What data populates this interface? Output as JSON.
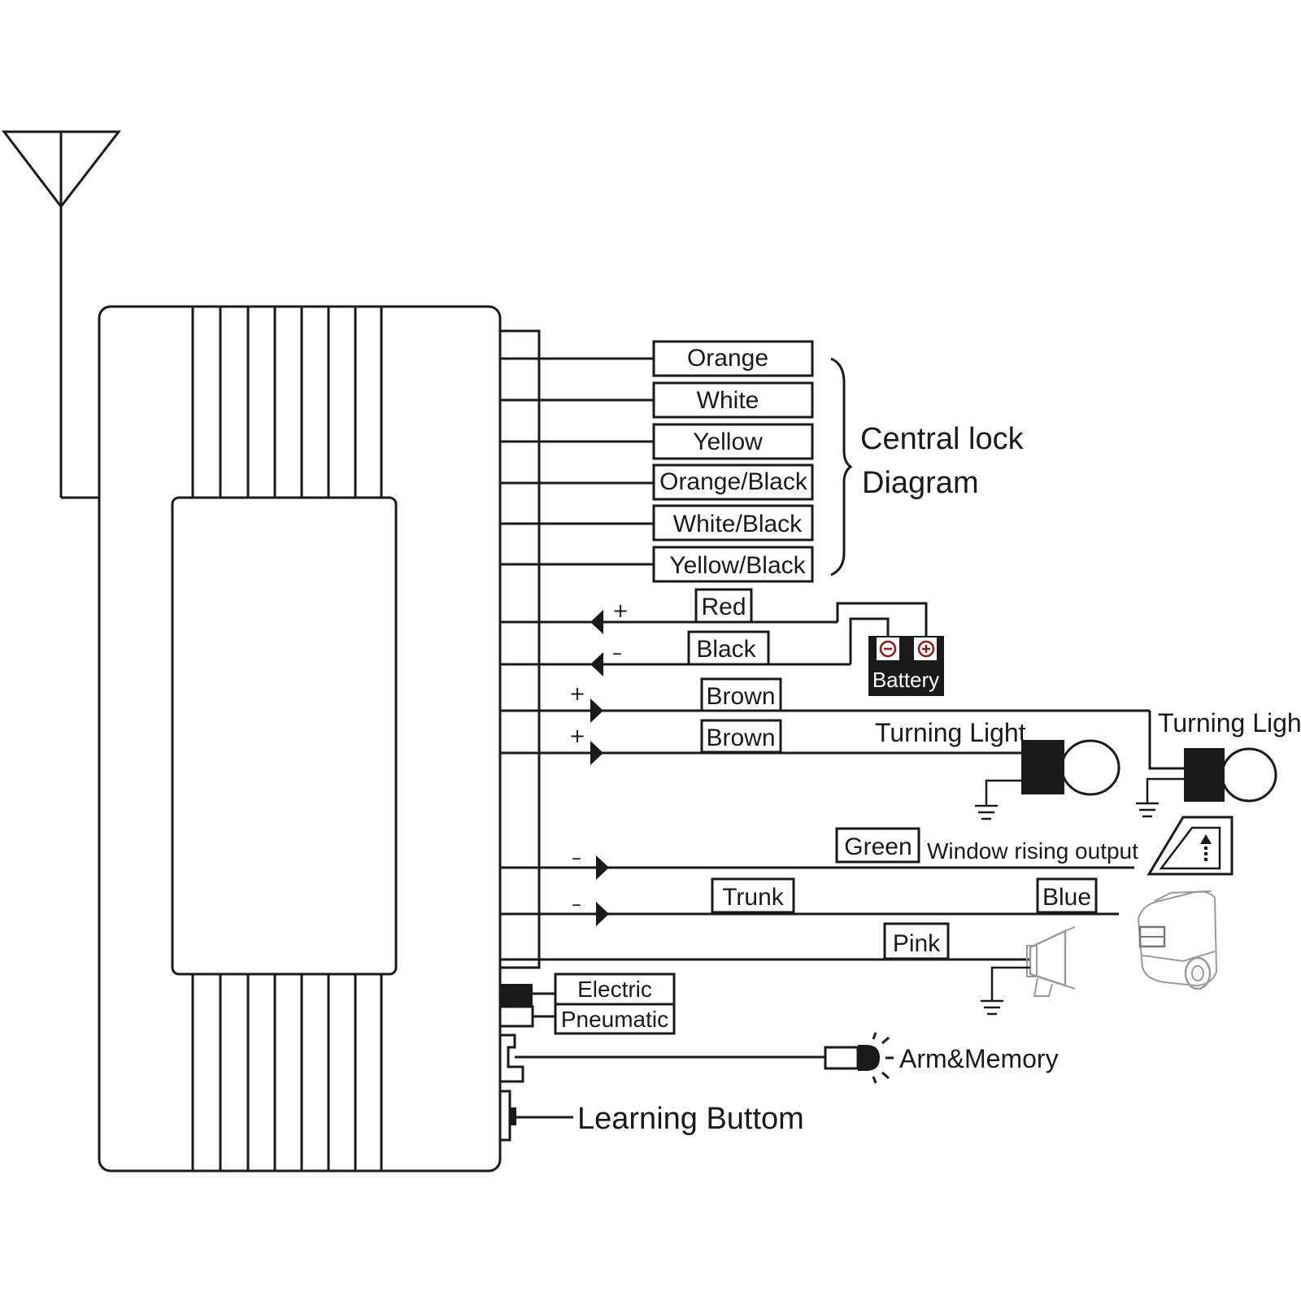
{
  "central_lock": {
    "wires": [
      "Orange",
      "White",
      "Yellow",
      "Orange/Black",
      "White/Black",
      "Yellow/Black"
    ],
    "caption_line1": "Central lock",
    "caption_line2": "Diagram"
  },
  "power": {
    "red": "Red",
    "black": "Black",
    "plus": "+",
    "minus": "–",
    "battery": "Battery"
  },
  "lights": {
    "brown1": "Brown",
    "brown2": "Brown",
    "turning_light_left": "Turning Light",
    "turning_light_right": "Turning Light"
  },
  "outputs": {
    "green": "Green",
    "window": "Window rising output",
    "trunk": "Trunk",
    "blue": "Blue",
    "pink": "Pink"
  },
  "lock_type": {
    "electric": "Electric",
    "pneumatic": "Pneumatic"
  },
  "misc": {
    "arm_memory": "Arm&Memory",
    "learning": "Learning Buttom"
  }
}
